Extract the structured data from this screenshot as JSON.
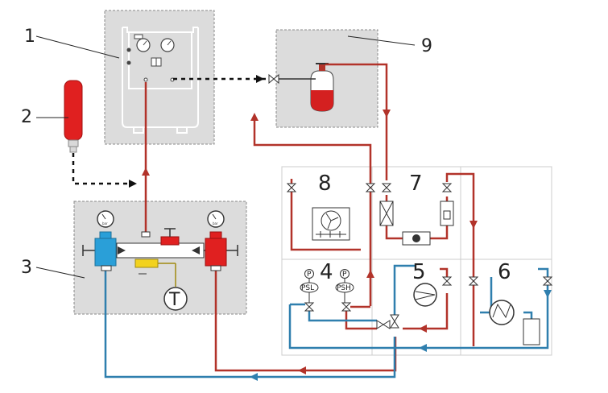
{
  "callouts": {
    "c1": "1",
    "c2": "2",
    "c3": "3",
    "c9": "9"
  },
  "modules": {
    "m4": "4",
    "m5": "5",
    "m6": "6",
    "m7": "7",
    "m8": "8"
  },
  "sensors": {
    "psl_p": "P",
    "psl": "PSL",
    "psh_p": "P",
    "psh": "PSH"
  },
  "gauges": {
    "unit_left": "bar",
    "unit_right": "bar"
  },
  "thermo": {
    "label": "T"
  },
  "colors": {
    "hot": "#b2332a",
    "cold": "#2f7fae",
    "panel": "#dcdcdc",
    "panel_border": "#888888",
    "grid": "#cccccc",
    "red_fill": "#e02020",
    "blue_fill": "#2a9fd8",
    "yellow_fill": "#f2d21e"
  }
}
